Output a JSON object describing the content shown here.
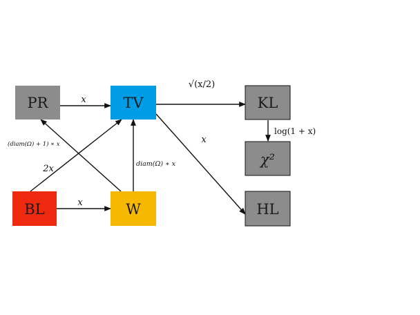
{
  "colors": {
    "gray": "#8c8c8c",
    "blue": "#009de6",
    "red": "#ef2a10",
    "yellow": "#f6b800",
    "edge": "#111111"
  },
  "nodes": {
    "PR": {
      "label": "PR",
      "color": "gray"
    },
    "TV": {
      "label": "TV",
      "color": "blue"
    },
    "KL": {
      "label": "KL",
      "color": "gray",
      "outlined": true
    },
    "BL": {
      "label": "BL",
      "color": "red"
    },
    "W": {
      "label": "W",
      "color": "yellow"
    },
    "CHI": {
      "label": "χ²",
      "color": "gray",
      "outlined": true
    },
    "HL": {
      "label": "HL",
      "color": "gray",
      "outlined": true
    }
  },
  "edges": {
    "pr_tv": {
      "from": "PR",
      "to": "TV",
      "label": "x"
    },
    "tv_kl": {
      "from": "TV",
      "to": "KL",
      "label": "√(x/2)"
    },
    "kl_chi": {
      "from": "KL",
      "to": "CHI",
      "label": "log(1 + x)"
    },
    "tv_hl": {
      "from": "TV",
      "to": "HL",
      "label": "x"
    },
    "w_pr": {
      "from": "W",
      "to": "PR",
      "label": "(diam(Ω) + 1) ∗ x"
    },
    "bl_tv": {
      "from": "BL",
      "to": "TV",
      "label": "2x"
    },
    "w_tv": {
      "from": "W",
      "to": "TV",
      "label": "diam(Ω) ∗ x"
    },
    "bl_w": {
      "from": "BL",
      "to": "W",
      "label": "x"
    }
  }
}
